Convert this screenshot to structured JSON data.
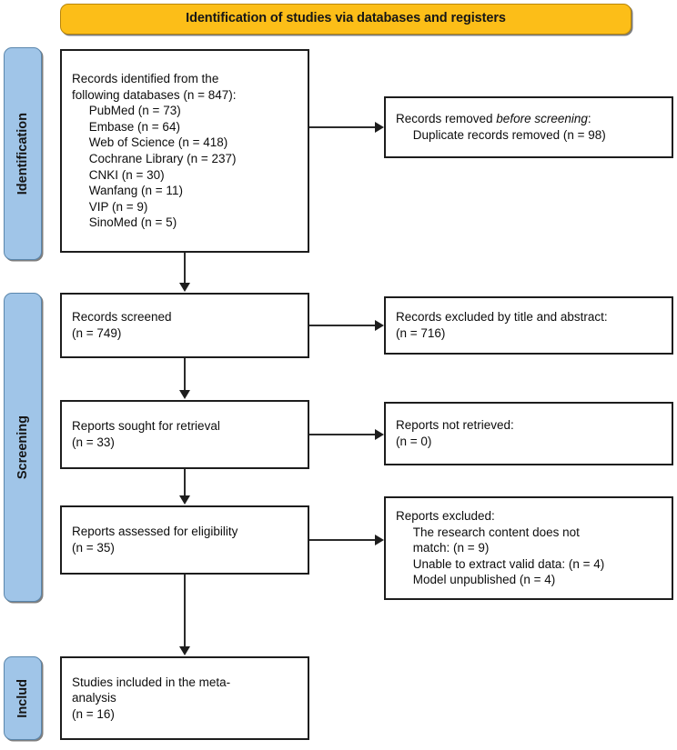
{
  "banner": {
    "title": "Identification of studies via databases and registers"
  },
  "phases": [
    {
      "id": "identification",
      "label": "Identification"
    },
    {
      "id": "screening",
      "label": "Screening"
    },
    {
      "id": "included",
      "label": "Includ"
    }
  ],
  "boxes": {
    "identified": {
      "line1": "Records identified from the",
      "line2": "following databases (n = 847):",
      "sources": [
        "PubMed (n = 73)",
        "Embase (n = 64)",
        "Web of Science (n = 418)",
        "Cochrane Library (n = 237)",
        "CNKI (n = 30)",
        "Wanfang (n = 11)",
        "VIP (n = 9)",
        "SinoMed (n = 5)"
      ],
      "full_text": "Records identified from the\nfollowing databases (n = 847):\n     PubMed (n = 73)\n     Embase (n = 64)\n     Web of Science (n = 418)\n     Cochrane Library (n = 237)\n     CNKI (n = 30)\n     Wanfang (n = 11)\n     VIP (n = 9)\n     SinoMed (n = 5)"
    },
    "duplicates": {
      "lead": "Records removed ",
      "emphasis": "before screening",
      "trail": ":",
      "detail": "     Duplicate records removed (n = 98)"
    },
    "screened": {
      "full_text": "Records screened\n(n = 749)"
    },
    "excluded_title_abstract": {
      "full_text": "Records excluded by title and abstract:\n(n = 716)"
    },
    "sought": {
      "full_text": "Reports sought for retrieval\n(n = 33)"
    },
    "not_retrieved": {
      "full_text": "Reports not retrieved:\n(n = 0)"
    },
    "assessed": {
      "full_text": "Reports assessed for eligibility\n(n = 35)"
    },
    "excluded_reports": {
      "full_text": "Reports excluded:\n     The research content does not\n     match: (n = 9)\n     Unable to extract valid data: (n = 4)\n     Model unpublished (n = 4)"
    },
    "included": {
      "full_text": "Studies included in the meta-\nanalysis\n(n = 16)"
    }
  },
  "counts": {
    "identified_total": 847,
    "pubmed": 73,
    "embase": 64,
    "web_of_science": 418,
    "cochrane_library": 237,
    "cnki": 30,
    "wanfang": 11,
    "vip": 9,
    "sinomed": 5,
    "duplicates_removed": 98,
    "screened": 749,
    "excluded_title_abstract": 716,
    "sought_for_retrieval": 33,
    "not_retrieved": 0,
    "assessed_for_eligibility": 35,
    "excluded_research_content": 9,
    "excluded_invalid_data": 4,
    "excluded_model_unpublished": 4,
    "included_studies": 16
  },
  "colors": {
    "banner": "#FCBE18",
    "phase_bar": "#A0C5E8",
    "box_border": "#1d1d1d",
    "connector": "#2b2b2b",
    "text": "#0d0d0d"
  }
}
